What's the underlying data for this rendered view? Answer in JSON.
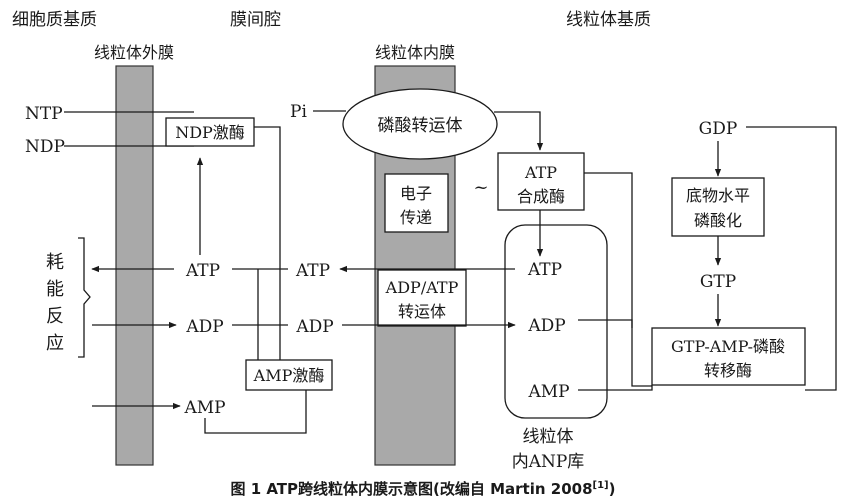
{
  "regions": {
    "cytoplasm": "细胞质基质",
    "intermembrane": "膜间腔",
    "matrix": "线粒体基质"
  },
  "membranes": {
    "outer": "线粒体外膜",
    "inner": "线粒体内膜"
  },
  "molecules": {
    "ntp": "NTP",
    "ndp": "NDP",
    "pi": "Pi",
    "gdp": "GDP",
    "gtp": "GTP",
    "atp": "ATP",
    "adp": "ADP",
    "amp": "AMP",
    "tilde": "~"
  },
  "side_label_chars": [
    "耗",
    "能",
    "反",
    "应"
  ],
  "boxes": {
    "ndp_kinase": "NDP激酶",
    "phosphate_transporter": "磷酸转运体",
    "atp_synthase_line1": "ATP",
    "atp_synthase_line2": "合成酶",
    "electron_transport_line1": "电子",
    "electron_transport_line2": "传递",
    "adp_atp_transporter_line1": "ADP/ATP",
    "adp_atp_transporter_line2": "转运体",
    "amp_kinase": "AMP激酶",
    "substrate_phos_line1": "底物水平",
    "substrate_phos_line2": "磷酸化",
    "gtp_amp_line1": "GTP-AMP-磷酸",
    "gtp_amp_line2": "转移酶"
  },
  "anp_pool": {
    "line1": "线粒体",
    "line2": "内ANP库"
  },
  "caption": {
    "main": "图 1  ATP跨线粒体内膜示意图(改编自 Martin 2008",
    "ref": "[1]",
    "close": ")"
  },
  "colors": {
    "membrane_fill": "#a9a9a9",
    "line": "#1a1a1a"
  }
}
